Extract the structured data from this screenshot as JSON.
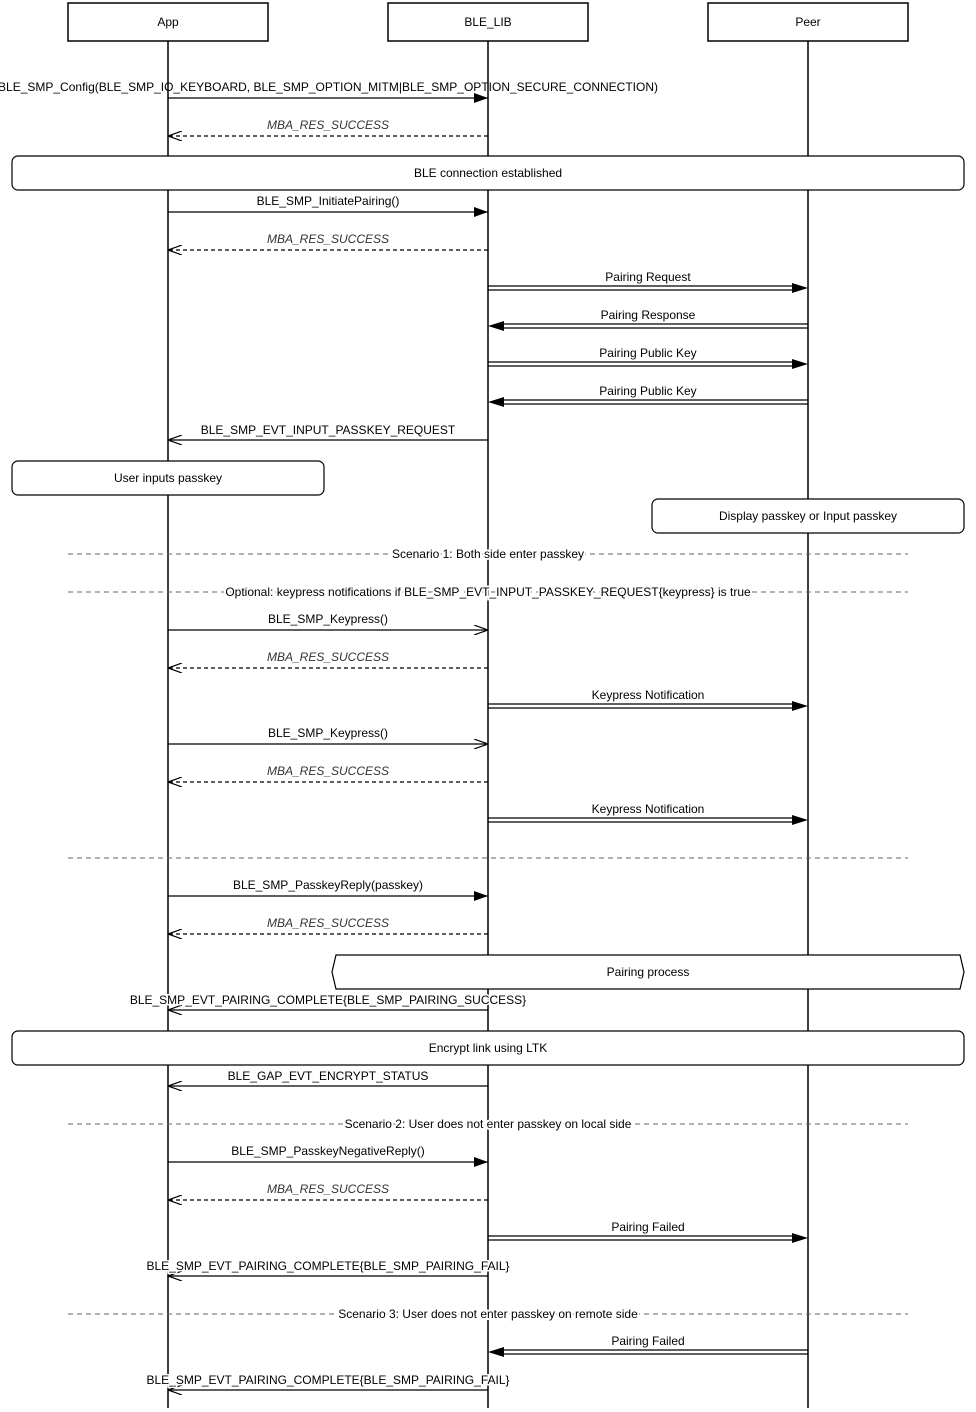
{
  "participants": [
    {
      "id": "app",
      "label": "App"
    },
    {
      "id": "lib",
      "label": "BLE_LIB"
    },
    {
      "id": "peer",
      "label": "Peer"
    }
  ],
  "steps": [
    {
      "kind": "msg",
      "from": "app",
      "to": "lib",
      "style": "call",
      "label": "BLE_SMP_Config(BLE_SMP_IO_KEYBOARD, BLE_SMP_OPTION_MITM|BLE_SMP_OPTION_SECURE_CONNECTION)"
    },
    {
      "kind": "msg",
      "from": "lib",
      "to": "app",
      "style": "return",
      "label": "MBA_RES_SUCCESS"
    },
    {
      "kind": "note",
      "span": [
        "app",
        "peer"
      ],
      "label": "BLE connection established"
    },
    {
      "kind": "msg",
      "from": "app",
      "to": "lib",
      "style": "call",
      "label": "BLE_SMP_InitiatePairing()"
    },
    {
      "kind": "msg",
      "from": "lib",
      "to": "app",
      "style": "return",
      "label": "MBA_RES_SUCCESS"
    },
    {
      "kind": "msg",
      "from": "lib",
      "to": "peer",
      "style": "air",
      "label": "Pairing Request"
    },
    {
      "kind": "msg",
      "from": "peer",
      "to": "lib",
      "style": "air",
      "label": "Pairing Response"
    },
    {
      "kind": "msg",
      "from": "lib",
      "to": "peer",
      "style": "air",
      "label": "Pairing Public Key"
    },
    {
      "kind": "msg",
      "from": "peer",
      "to": "lib",
      "style": "air",
      "label": "Pairing Public Key"
    },
    {
      "kind": "msg",
      "from": "lib",
      "to": "app",
      "style": "event",
      "label": "BLE_SMP_EVT_INPUT_PASSKEY_REQUEST"
    },
    {
      "kind": "note",
      "span": [
        "app"
      ],
      "label": "User inputs passkey"
    },
    {
      "kind": "note",
      "span": [
        "peer"
      ],
      "label": "Display passkey or Input passkey"
    },
    {
      "kind": "divider",
      "label": "Scenario 1: Both side enter passkey"
    },
    {
      "kind": "divider",
      "label": "Optional: keypress notifications if BLE_SMP_EVT_INPUT_PASSKEY_REQUEST{keypress} is true"
    },
    {
      "kind": "msg",
      "from": "app",
      "to": "lib",
      "style": "callopen",
      "label": "BLE_SMP_Keypress()"
    },
    {
      "kind": "msg",
      "from": "lib",
      "to": "app",
      "style": "return",
      "label": "MBA_RES_SUCCESS"
    },
    {
      "kind": "msg",
      "from": "lib",
      "to": "peer",
      "style": "air",
      "label": "Keypress Notification"
    },
    {
      "kind": "msg",
      "from": "app",
      "to": "lib",
      "style": "callopen",
      "label": "BLE_SMP_Keypress()"
    },
    {
      "kind": "msg",
      "from": "lib",
      "to": "app",
      "style": "return",
      "label": "MBA_RES_SUCCESS"
    },
    {
      "kind": "msg",
      "from": "lib",
      "to": "peer",
      "style": "air",
      "label": "Keypress Notification"
    },
    {
      "kind": "divider",
      "label": ""
    },
    {
      "kind": "msg",
      "from": "app",
      "to": "lib",
      "style": "call",
      "label": "BLE_SMP_PasskeyReply(passkey)"
    },
    {
      "kind": "msg",
      "from": "lib",
      "to": "app",
      "style": "return",
      "label": "MBA_RES_SUCCESS"
    },
    {
      "kind": "process",
      "span": [
        "lib",
        "peer"
      ],
      "label": "Pairing process"
    },
    {
      "kind": "msg",
      "from": "lib",
      "to": "app",
      "style": "event",
      "label": "BLE_SMP_EVT_PAIRING_COMPLETE{BLE_SMP_PAIRING_SUCCESS}"
    },
    {
      "kind": "note",
      "span": [
        "app",
        "peer"
      ],
      "label": "Encrypt link using LTK"
    },
    {
      "kind": "msg",
      "from": "lib",
      "to": "app",
      "style": "event",
      "label": "BLE_GAP_EVT_ENCRYPT_STATUS"
    },
    {
      "kind": "divider",
      "label": "Scenario 2: User does not enter passkey on local side"
    },
    {
      "kind": "msg",
      "from": "app",
      "to": "lib",
      "style": "call",
      "label": "BLE_SMP_PasskeyNegativeReply()"
    },
    {
      "kind": "msg",
      "from": "lib",
      "to": "app",
      "style": "return",
      "label": "MBA_RES_SUCCESS"
    },
    {
      "kind": "msg",
      "from": "lib",
      "to": "peer",
      "style": "air",
      "label": "Pairing Failed"
    },
    {
      "kind": "msg",
      "from": "lib",
      "to": "app",
      "style": "event",
      "label": "BLE_SMP_EVT_PAIRING_COMPLETE{BLE_SMP_PAIRING_FAIL}"
    },
    {
      "kind": "divider",
      "label": "Scenario 3: User does not enter passkey on remote side"
    },
    {
      "kind": "msg",
      "from": "peer",
      "to": "lib",
      "style": "air",
      "label": "Pairing Failed"
    },
    {
      "kind": "msg",
      "from": "lib",
      "to": "app",
      "style": "event",
      "label": "BLE_SMP_EVT_PAIRING_COMPLETE{BLE_SMP_PAIRING_FAIL}"
    }
  ]
}
